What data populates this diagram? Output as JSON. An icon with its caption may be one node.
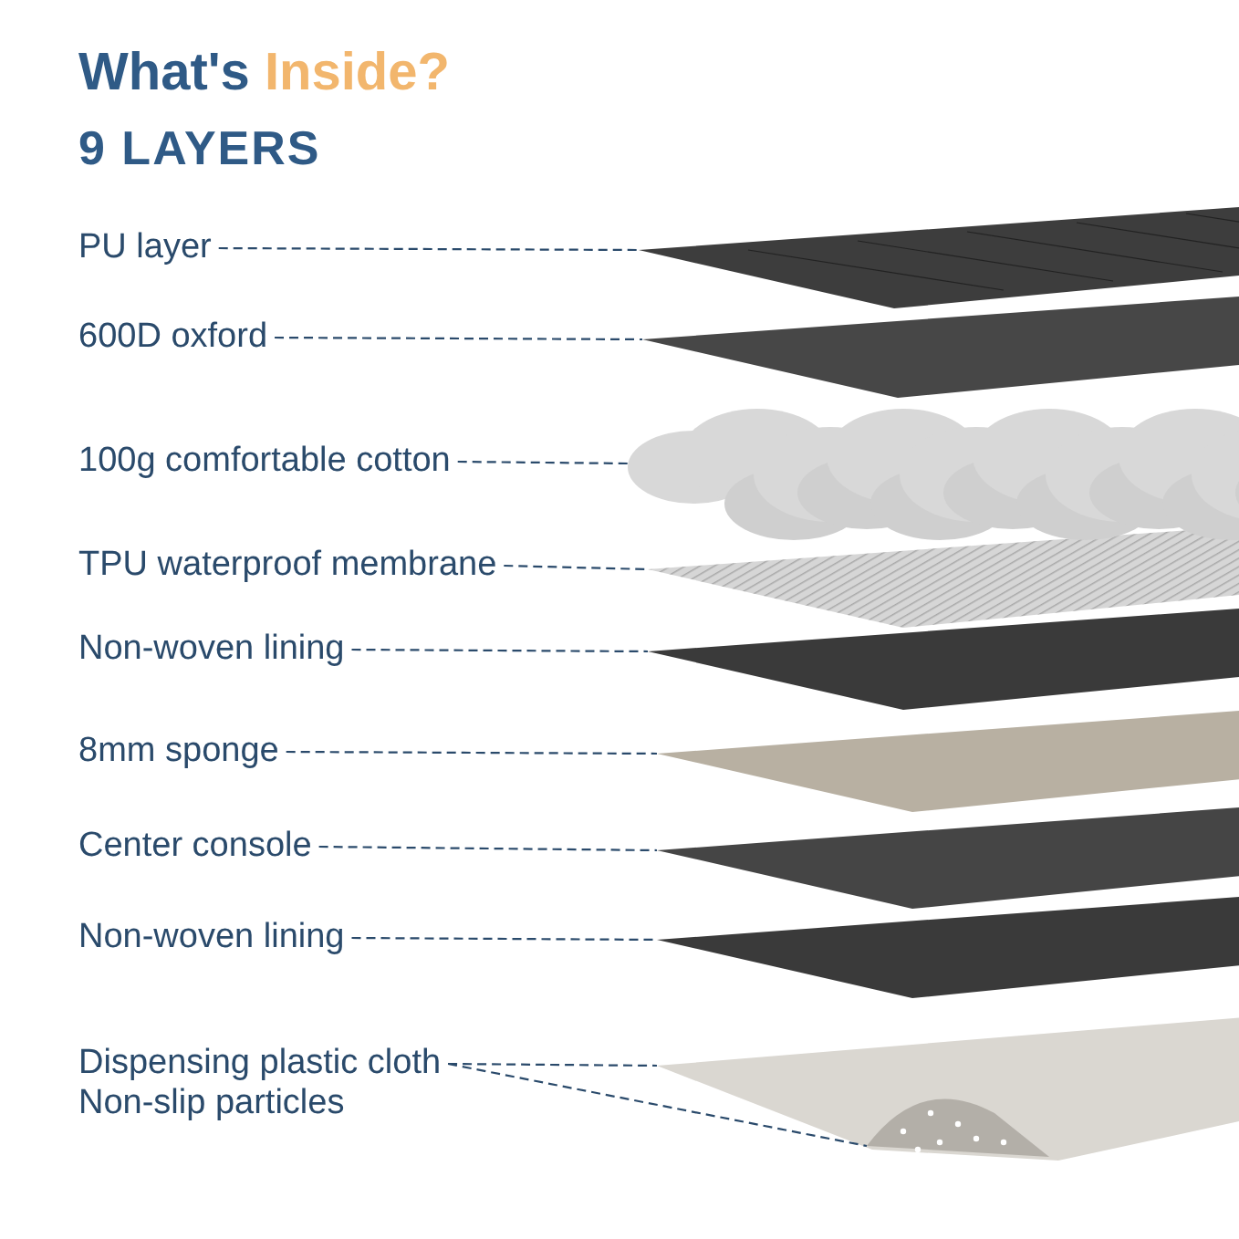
{
  "diagram": {
    "title": "What's Inside?",
    "nodes": [
      {
        "text": [
          "PU layer"
        ]
      },
      {
        "text": [
          "600D oxford"
        ]
      },
      {
        "text": [
          "100g comfortable cotton"
        ]
      },
      {
        "text": [
          "TPU waterproof membrane"
        ]
      },
      {
        "text": [
          "Non-woven lining"
        ]
      },
      {
        "text": [
          "8mm sponge"
        ]
      },
      {
        "text": [
          "Center console"
        ]
      },
      {
        "text": [
          "Non-woven lining"
        ]
      },
      {
        "text": [
          "Dispensing plastic cloth",
          "Non-slip particles"
        ]
      },
      {
        "text": [],
        "shape": "picture"
      },
      {
        "text": [],
        "shape": "picture"
      },
      {
        "text": [],
        "shape": "cloud"
      },
      {
        "text": [],
        "shape": "picture"
      },
      {
        "text": [],
        "shape": "picture"
      },
      {
        "text": [],
        "shape": "picture"
      },
      {
        "text": [],
        "shape": "picture"
      },
      {
        "text": [],
        "shape": "picture"
      },
      {
        "text": [],
        "shape": "picture"
      },
      {
        "text": [],
        "shape": "picture",
        "in": 17
      }
    ],
    "edges": [
      {
        "from": 0,
        "to": 9,
        "arrow": "none",
        "style": "dashed"
      },
      {
        "from": 1,
        "to": 10,
        "arrow": "none",
        "style": "dashed"
      },
      {
        "from": 2,
        "to": 11,
        "arrow": "none",
        "style": "dashed"
      },
      {
        "from": 3,
        "to": 12,
        "arrow": "none",
        "style": "dashed"
      },
      {
        "from": 4,
        "to": 13,
        "arrow": "none",
        "style": "dashed"
      },
      {
        "from": 5,
        "to": 14,
        "arrow": "none",
        "style": "dashed"
      },
      {
        "from": 6,
        "to": 15,
        "arrow": "none",
        "style": "dashed"
      },
      {
        "from": 7,
        "to": 16,
        "arrow": "none",
        "style": "dashed"
      },
      {
        "from": 8,
        "to": 17,
        "arrow": "none",
        "style": "dashed"
      },
      {
        "from": 8,
        "to": 18,
        "arrow": "none",
        "style": "dashed"
      }
    ],
    "labels": [
      "9 LAYERS"
    ]
  }
}
